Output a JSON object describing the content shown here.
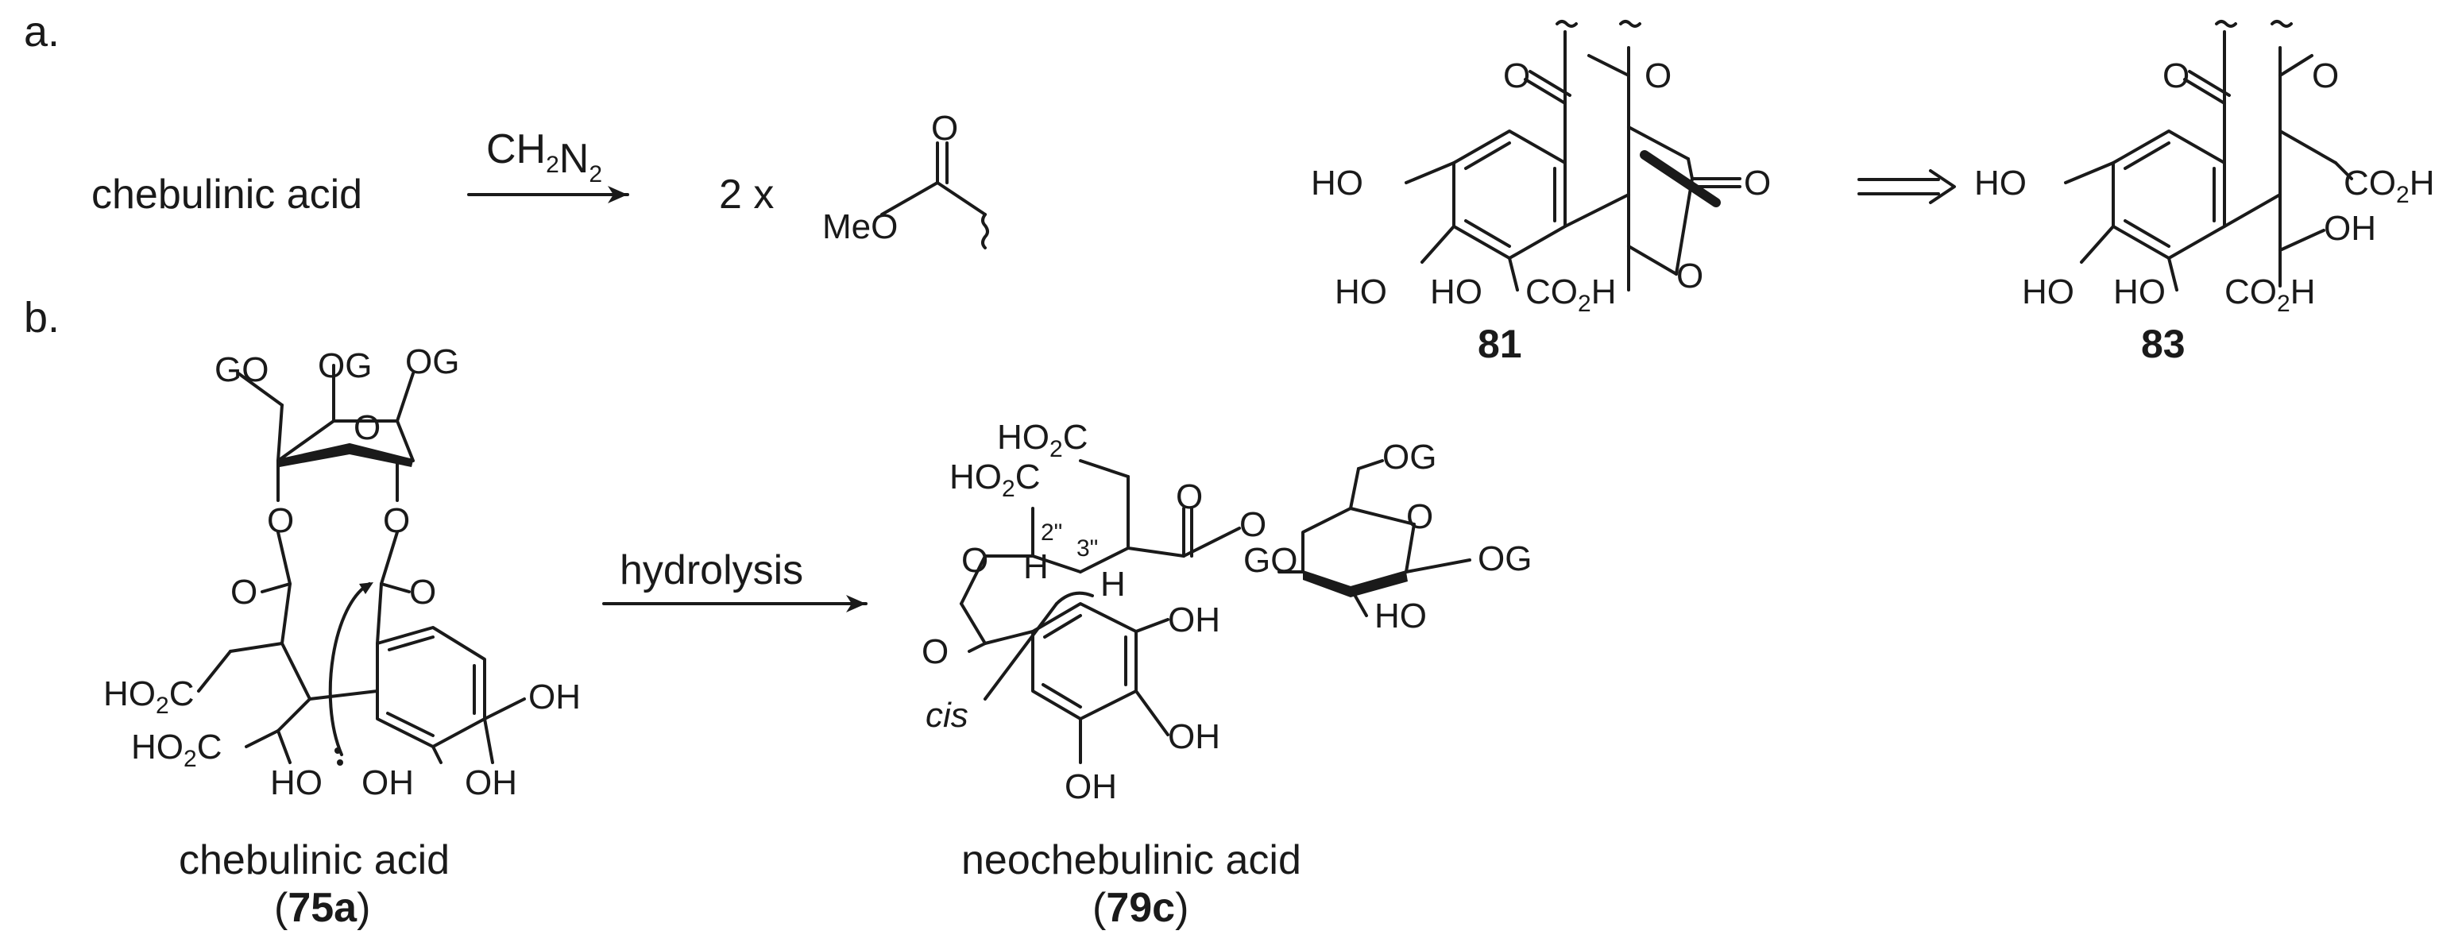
{
  "panel_a": {
    "label": "a.",
    "start_name": "chebulinic acid",
    "reagent": "CH2N2",
    "multiplier": "2 x",
    "ester_group": "MeO",
    "compound_81": {
      "number": "81",
      "labels": [
        "HO",
        "HO",
        "HO",
        "CO2H",
        "O",
        "O",
        "O",
        "O"
      ]
    },
    "compound_83": {
      "number": "83",
      "labels": [
        "HO",
        "HO",
        "HO",
        "CO2H",
        "CO2H",
        "OH",
        "O",
        "O"
      ]
    }
  },
  "panel_b": {
    "label": "b.",
    "left": {
      "name": "chebulinic acid",
      "number": "75a",
      "labels": [
        "GO",
        "OG",
        "OG",
        "O",
        "O",
        "O",
        "O",
        "O",
        "HO2C",
        "HO2C",
        "HO",
        "OH",
        "OH",
        "OH"
      ]
    },
    "reagent": "hydrolysis",
    "right": {
      "name": "neochebulinic acid",
      "number": "79c",
      "labels": [
        "HO2C",
        "HO2C",
        "O",
        "O",
        "O",
        "O",
        "OG",
        "O",
        "GO",
        "OG",
        "HO",
        "H",
        "H",
        "OH",
        "OH",
        "OH",
        "2\"",
        "3\"",
        "cis"
      ]
    }
  }
}
